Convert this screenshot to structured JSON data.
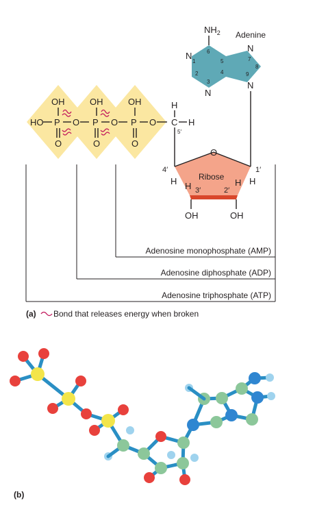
{
  "structure": {
    "nh2": "NH2",
    "adenine_label": "Adenine",
    "ribose_label": "Ribose",
    "ring_numbers": [
      "1",
      "2",
      "3",
      "4",
      "5",
      "6",
      "7",
      "8",
      "9"
    ],
    "sugar_positions": [
      "4′",
      "3′",
      "2′",
      "1′",
      "5′"
    ],
    "phosphate_groups": [
      {
        "top": "OH",
        "p": "P",
        "bottom": "O"
      },
      {
        "top": "OH",
        "p": "P",
        "bottom": "O"
      },
      {
        "top": "OH",
        "p": "P",
        "bottom": "O"
      }
    ],
    "terminal_ho": "HO",
    "bridge_o": "O",
    "ring_o": "O",
    "hydroxyl": "OH",
    "hydrogen": "H",
    "carbon": "C",
    "nitrogen": "N"
  },
  "brackets": {
    "amp": "Adenosine monophosphate (AMP)",
    "adp": "Adenosine diphosphate (ADP)",
    "atp": "Adenosine triphosphate (ATP)"
  },
  "legend": {
    "panel_label": "(a)",
    "text": "Bond that releases energy when broken"
  },
  "panel_b": {
    "label": "(b)"
  },
  "colors": {
    "phosphate_fill": "#fbe7a1",
    "adenine_fill": "#5fa9b6",
    "ribose_fill": "#f4a48a",
    "ribose_edge": "#d9472b",
    "energy_bond": "#c2185b",
    "carbon_atom": "#8cc79a",
    "oxygen_atom": "#e8413c",
    "phosphorus_atom": "#f3e54a",
    "nitrogen_atom": "#2f86d1",
    "hydrogen_atom": "#9fd3ee",
    "rod": "#2a8fc4"
  }
}
